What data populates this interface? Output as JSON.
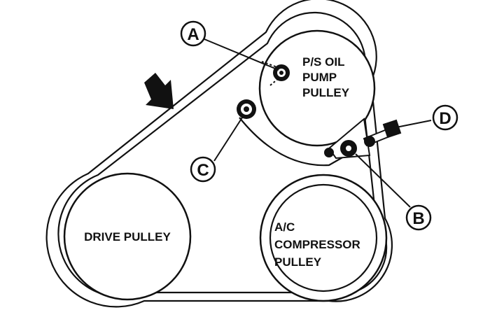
{
  "diagram": {
    "pulleys": {
      "ps_pump": {
        "line1": "P/S OIL",
        "line2": "PUMP",
        "line3": "PULLEY"
      },
      "drive": {
        "line1": "DRIVE PULLEY"
      },
      "ac_compressor": {
        "line1": "A/C",
        "line2": "COMPRESSOR",
        "line3": "PULLEY"
      }
    },
    "callouts": {
      "a": "A",
      "b": "B",
      "c": "C",
      "d": "D"
    },
    "colors": {
      "ink": "#111111",
      "paper": "#ffffff"
    }
  }
}
